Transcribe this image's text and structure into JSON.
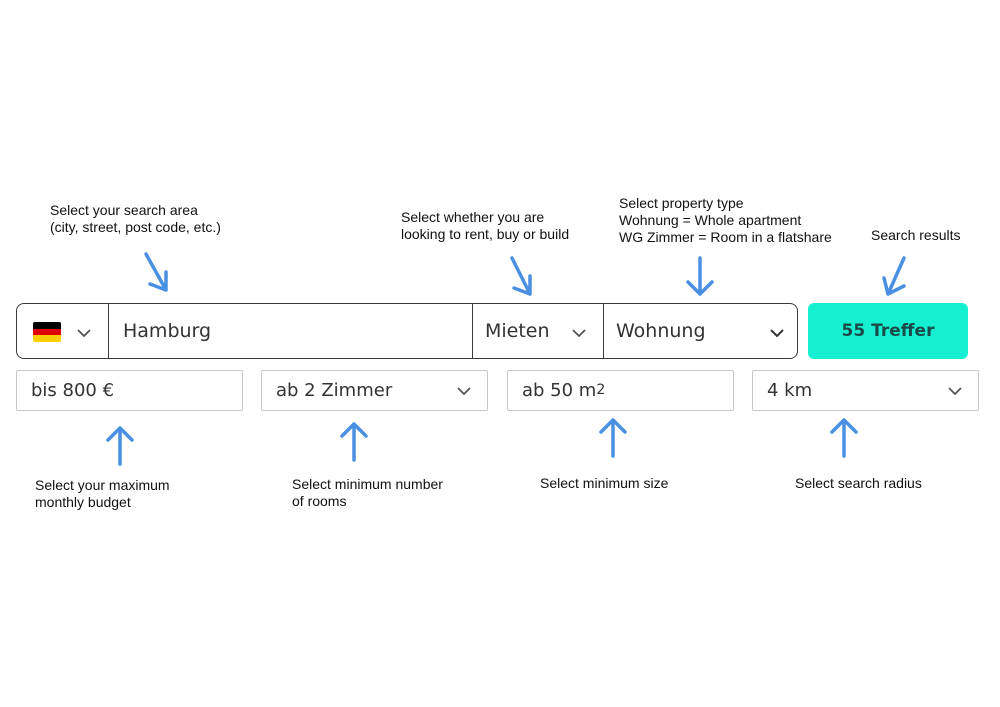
{
  "annotations": {
    "search_area": "Select your search area\n(city, street, post code, etc.)",
    "rent_buy": "Select whether you are\nlooking to rent, buy or build",
    "property_type": "Select property type\nWohnung = Whole apartment\nWG Zimmer = Room in a flatshare",
    "results": "Search results",
    "budget": "Select your maximum\nmonthly budget",
    "rooms": "Select minimum number\nof rooms",
    "size": "Select minimum size",
    "radius": "Select search radius"
  },
  "search": {
    "country_flag": "germany-flag-icon",
    "location_value": "Hamburg",
    "transaction_value": "Mieten",
    "property_type_value": "Wohnung",
    "results_button": "55 Treffer"
  },
  "filters": {
    "budget_value": "bis 800 €",
    "rooms_value": "ab 2 Zimmer",
    "size_value": "ab 50 m",
    "size_unit_sup": "2",
    "radius_value": "4 km"
  },
  "colors": {
    "accent": "#14f0d0",
    "arrow": "#4a90e2",
    "flag_black": "#000000",
    "flag_red": "#dd0000",
    "flag_gold": "#ffce00"
  }
}
